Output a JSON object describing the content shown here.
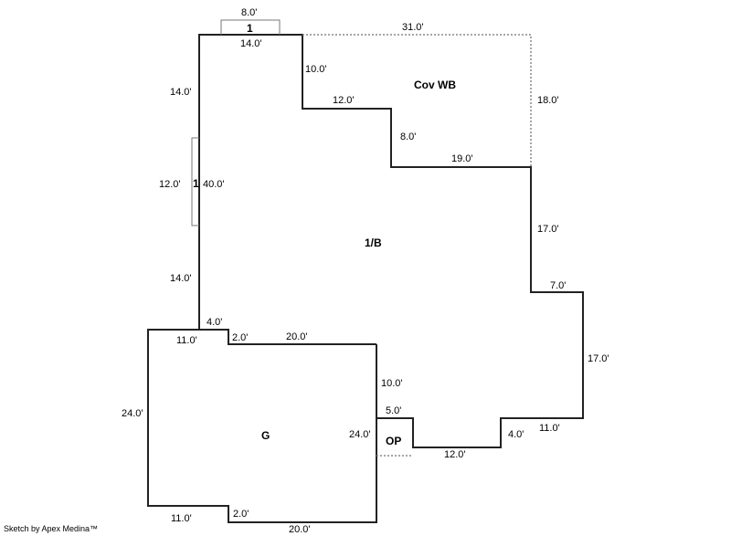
{
  "areas": {
    "main": "1/B",
    "cov": "Cov WB",
    "garage": "G",
    "porch": "OP",
    "bump_top": "1",
    "bump_left": "1"
  },
  "dims": {
    "bump_top_w": "8.0'",
    "top_14": "14.0'",
    "top_31": "31.0'",
    "d10": "10.0'",
    "d12": "12.0'",
    "d8": "8.0'",
    "d19": "19.0'",
    "d18": "18.0'",
    "d17a": "17.0'",
    "d7": "7.0'",
    "d17b": "17.0'",
    "d11r": "11.0'",
    "d4r": "4.0'",
    "d12b": "12.0'",
    "d5": "5.0'",
    "d24r": "24.0'",
    "d10g": "10.0'",
    "left14a": "14.0'",
    "left12": "12.0'",
    "left40": "40.0'",
    "left14b": "14.0'",
    "d4g": "4.0'",
    "g11t": "11.0'",
    "g2t": "2.0'",
    "g20t": "20.0'",
    "g24": "24.0'",
    "g11b": "11.0'",
    "g2b": "2.0'",
    "g20b": "20.0'"
  },
  "credit": "Sketch by Apex Medina™"
}
